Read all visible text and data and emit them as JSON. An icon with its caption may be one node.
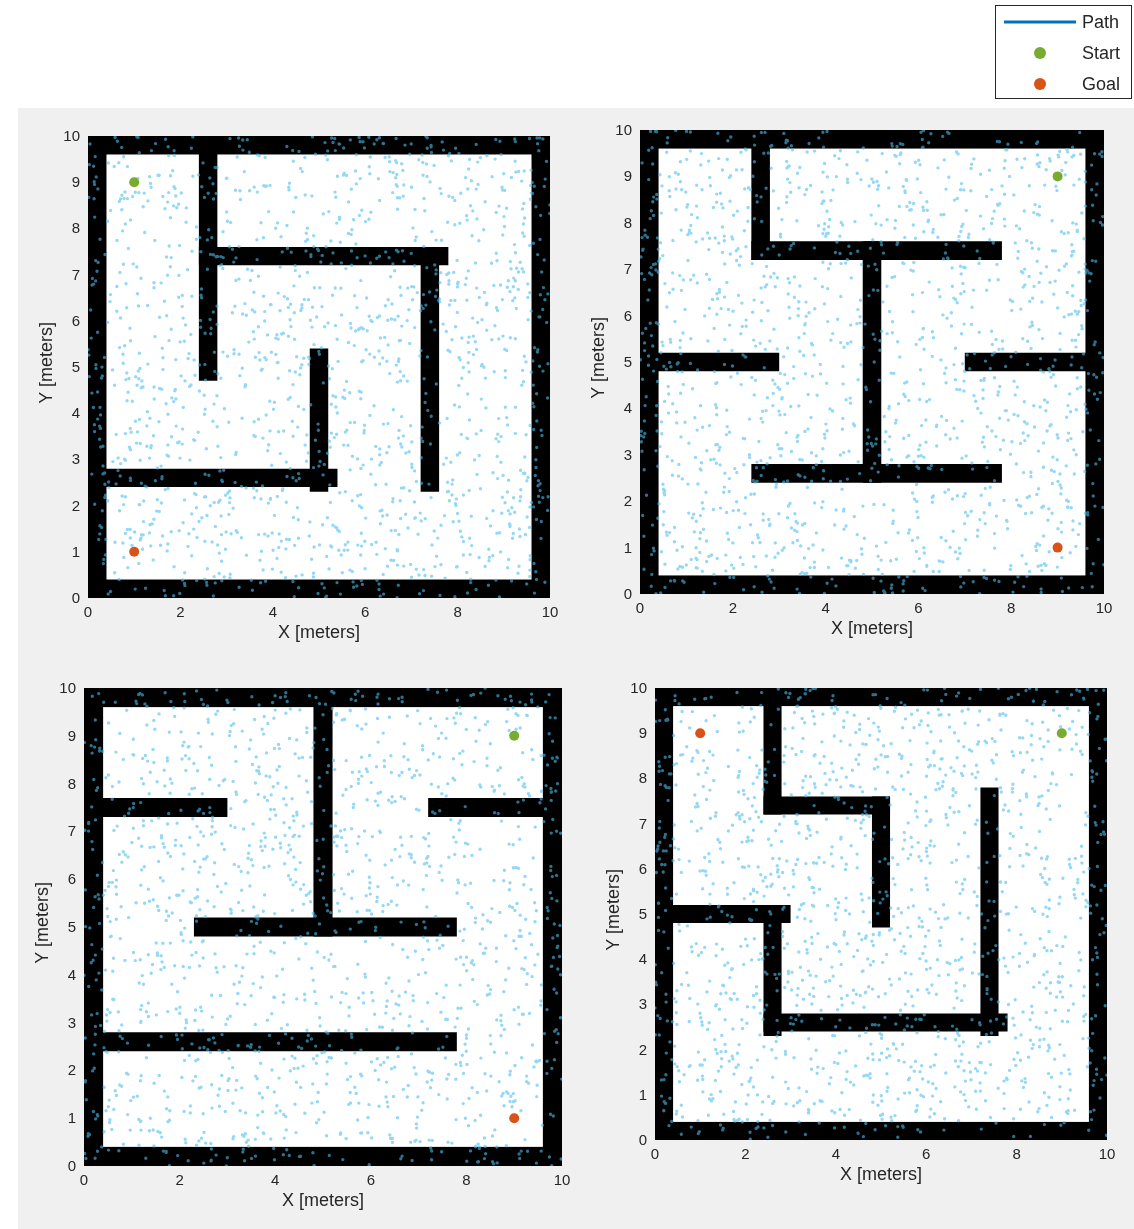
{
  "diagram": {
    "labels": [
      "Y [meters]",
      "10",
      "9",
      "8",
      "7",
      "6",
      "5",
      "4",
      "3",
      "2",
      "1",
      "0",
      "0",
      "2",
      "4",
      "6",
      "8",
      "10",
      "X [meters]",
      "Y [meters]",
      "10",
      "9",
      "8",
      "7",
      "6",
      "5",
      "4",
      "3",
      "2",
      "1",
      "0",
      "0",
      "2",
      "4",
      "6",
      "8",
      "10",
      "X [meters]",
      "Y [meters]",
      "10",
      "9",
      "8",
      "7",
      "6",
      "5",
      "4",
      "3",
      "2",
      "1",
      "0",
      "0",
      "2",
      "4",
      "6",
      "8",
      "10",
      "X [meters]",
      "Y [meters]",
      "10",
      "9",
      "8",
      "7",
      "6",
      "5",
      "4",
      "3",
      "2",
      "1",
      "0",
      "0",
      "2",
      "4",
      "6",
      "8",
      "10",
      "X [meters]"
    ],
    "legend": [
      {
        "text": "Path",
        "color": "#0072bd"
      },
      {
        "text": "Start",
        "color": "#77ac30"
      },
      {
        "text": "Goal",
        "color": "#d95319"
      }
    ]
  }
}
